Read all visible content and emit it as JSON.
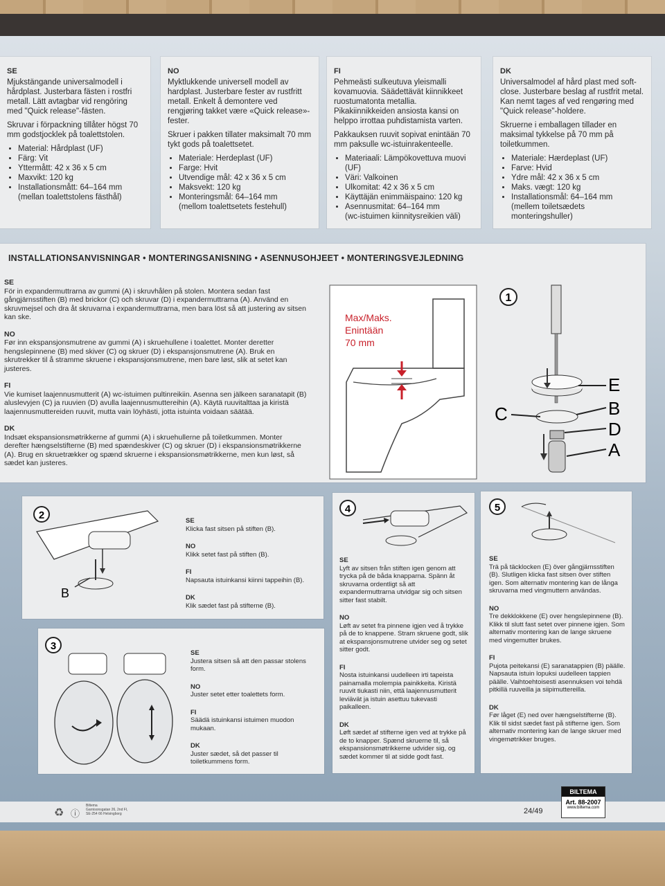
{
  "top_panels": [
    {
      "code": "SE",
      "p1": "Mjukstängande universalmodell i hårdplast. Justerbara fästen i rostfri metall. Lätt avtagbar vid rengöring med \"Quick release\"-fästen.",
      "p2": "Skruvar i förpackning tillåter högst 70 mm godstjocklek på toalettstolen.",
      "items": [
        "Material: Hårdplast (UF)",
        "Färg: Vit",
        "Yttermått: 42 x 36 x 5 cm",
        "Maxvikt: 120 kg",
        "Installationsmått: 64–164 mm"
      ],
      "note": "(mellan toalettstolens fästhål)"
    },
    {
      "code": "NO",
      "p1": "Myktlukkende universell modell av hardplast. Justerbare fester av rustfritt metall. Enkelt å demontere ved rengjøring takket være «Quick release»-fester.",
      "p2": "Skruer i pakken tillater maksimalt 70 mm tykt gods på toalettsetet.",
      "items": [
        "Materiale: Herdeplast (UF)",
        "Farge: Hvit",
        "Utvendige mål: 42 x 36 x 5 cm",
        "Maksvekt: 120 kg",
        "Monteringsmål: 64–164 mm"
      ],
      "note": "(mellom toalettsetets festehull)"
    },
    {
      "code": "FI",
      "p1": "Pehmeästi sulkeutuva yleismalli kovamuovia. Säädettävät kiinnikkeet ruostumatonta metallia. Pikakiinnikkeiden ansiosta kansi on helppo irrottaa puhdistamista varten.",
      "p2": "Pakkauksen ruuvit sopivat enintään 70 mm paksulle wc-istuinrakenteelle.",
      "items": [
        "Materiaali: Lämpökovettuva muovi (UF)",
        "Väri: Valkoinen",
        "Ulkomitat: 42 x 36 x 5 cm",
        "Käyttäjän enimmäispaino: 120 kg",
        "Asennusmitat: 64–164 mm"
      ],
      "note": "(wc-istuimen kiinnitysreikien väli)"
    },
    {
      "code": "DK",
      "p1": "Universalmodel af hård plast med soft-close. Justerbare beslag af rustfrit metal. Kan nemt tages af ved rengøring med \"Quick release\"-holdere.",
      "p2": "Skruerne i emballagen tillader en maksimal tykkelse på 70 mm på toiletkummen.",
      "items": [
        "Materiale: Hærdeplast (UF)",
        "Farve: Hvid",
        "Ydre mål: 42 x 36 x 5 cm",
        "Maks. vægt: 120 kg",
        "Installationsmål: 64–164 mm"
      ],
      "note": "(mellem toiletsædets monteringshuller)"
    }
  ],
  "install": {
    "title": "INSTALLATIONSANVISNINGAR • MONTERINGSANISNING • ASENNUSOHJEET • MONTERINGSVEJLEDNING",
    "langs": [
      {
        "code": "SE",
        "text": "För in expandermuttrarna av gummi (A) i skruvhålen på stolen. Montera sedan fast gångjärnsstiften (B) med brickor (C) och skruvar (D) i expandermuttrarna (A). Använd en skruvmejsel och dra åt skruvarna i expandermuttrarna, men bara löst så att justering av sitsen kan ske."
      },
      {
        "code": "NO",
        "text": "Før inn ekspansjonsmutrene av gummi (A) i skruehullene i toalettet. Monter deretter hengslepinnene (B) med skiver (C) og skruer (D) i ekspansjonsmutrene (A). Bruk en skrutrekker til å stramme skruene i ekspansjonsmutrene, men bare løst, slik at setet kan justeres."
      },
      {
        "code": "FI",
        "text": "Vie kumiset laajennusmutterit (A) wc-istuimen pultinreikiin. Asenna sen jälkeen saranatapit (B) aluslevyjen (C) ja ruuvien (D) avulla laajennusmuttereihin (A). Käytä ruuvitalttaa ja kiristä laajennusmuttereiden ruuvit, mutta vain löyhästi, jotta istuinta voidaan säätää."
      },
      {
        "code": "DK",
        "text": "Indsæt ekspansionsmøtrikkerne af gummi (A) i skruehullerne på toiletkummen. Monter derefter hængselstifterne (B) med spændeskiver (C) og skruer (D) i ekspansionsmøtrikkerne (A). Brug en skruetrækker og spænd skruerne i ekspansionsmøtrikkerne, men kun løst, så sædet kan justeres."
      }
    ],
    "max_l1": "Max/Maks.",
    "max_l2": "Enintään",
    "max_l3": "70 mm",
    "step1": "1",
    "label_e": "E",
    "label_b": "B",
    "label_c": "C",
    "label_d": "D",
    "label_a": "A"
  },
  "step2": {
    "num": "2",
    "label_b": "B",
    "langs": [
      {
        "code": "SE",
        "text": "Klicka fast sitsen på stiften (B)."
      },
      {
        "code": "NO",
        "text": "Klikk setet fast på stiften (B)."
      },
      {
        "code": "FI",
        "text": "Napsauta istuinkansi kiinni tappeihin (B)."
      },
      {
        "code": "DK",
        "text": "Klik sædet fast på stifterne (B)."
      }
    ]
  },
  "step3": {
    "num": "3",
    "langs": [
      {
        "code": "SE",
        "text": "Justera sitsen så att den passar stolens form."
      },
      {
        "code": "NO",
        "text": "Juster setet etter toalettets form."
      },
      {
        "code": "FI",
        "text": "Säädä istuinkansi istuimen muodon mukaan."
      },
      {
        "code": "DK",
        "text": "Juster sædet, så det passer til toiletkummens form."
      }
    ]
  },
  "step4": {
    "num": "4",
    "langs": [
      {
        "code": "SE",
        "text": "Lyft av sitsen från stiften igen genom att trycka på de båda knapparna. Spänn åt skruvarna ordentligt så att expandermuttrarna utvidgar sig och sitsen sitter fast stabilt."
      },
      {
        "code": "NO",
        "text": "Løft av setet fra pinnene igjen ved å trykke på de to knappene. Stram skruene godt, slik at ekspansjonsmutrene utvider seg og setet sitter godt."
      },
      {
        "code": "FI",
        "text": "Nosta istuinkansi uudelleen irti tapeista painamalla molempia painikkeita. Kiristä ruuvit tiukasti niin, että laajennusmutterit leviävät ja istuin asettuu tukevasti paikalleen."
      },
      {
        "code": "DK",
        "text": "Løft sædet af stifterne igen ved at trykke på de to knapper. Spænd skruerne til, så ekspansionsmøtrikkerne udvider sig, og sædet kommer til at sidde godt fast."
      }
    ]
  },
  "step5": {
    "num": "5",
    "langs": [
      {
        "code": "SE",
        "text": "Trä på täcklocken (E) över gångjärnsstiften (B). Slutligen klicka fast sitsen över stiften igen. Som alternativ montering kan de långa skruvarna med vingmuttern användas."
      },
      {
        "code": "NO",
        "text": "Tre dekklokkene (E) over hengslepinnene (B). Klikk til slutt fast setet over pinnene igjen. Som alternativ montering kan de lange skruene med vingemutter brukes."
      },
      {
        "code": "FI",
        "text": "Pujota peitekansi (E) saranatappien (B) päälle. Napsauta istuin lopuksi uudelleen tappien päälle. Vaihtoehtoisesti asennuksen voi tehdä pitkillä ruuveilla ja siipimuttereilla."
      },
      {
        "code": "DK",
        "text": "Før låget (E) ned over hængselstifterne (B). Klik til sidst sædet fast på stifterne igen. Som alternativ montering kan de lange skruer med vingemøtrikker bruges."
      }
    ]
  },
  "footer": {
    "page": "24/49",
    "brand": "BILTEMA",
    "art": "Art. 88-2007",
    "web": "www.biltema.com",
    "company": "Biltema",
    "addr1": "Garnisonsgatan 26, 2nd Fl,",
    "addr2": "SE-254 66 Helsingborg"
  },
  "colors": {
    "arrow_red": "#c8202a",
    "panel": "#ecedee",
    "text": "#2b2b2b"
  }
}
